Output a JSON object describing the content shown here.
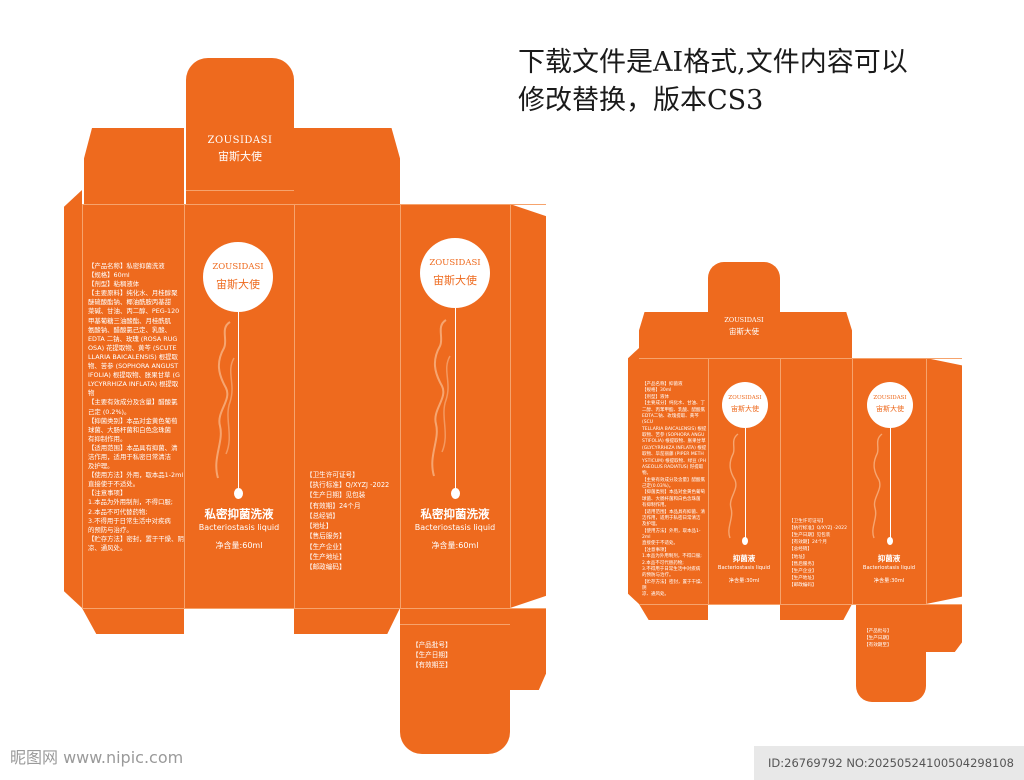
{
  "heading": {
    "line1": "下载文件是AI格式,文件内容可以",
    "line2": "修改替换，版本CS3"
  },
  "brand": {
    "name_en": "ZOUSIDASI",
    "name_cn": "宙斯大使"
  },
  "large": {
    "product_cn": "私密抑菌洗液",
    "product_en": "Bacteriostasis liquid",
    "volume": "净含量:60ml",
    "ingredients": [
      "【产品名称】私密抑菌洗液",
      "【规格】60ml",
      "【剂型】粘稠液体",
      "【主要原料】纯化水、月桂醇聚",
      "醚硫酸酯钠、椰油酰胺丙基甜",
      "菜碱、甘油、丙二醇、PEG-120",
      "甲基葡糖三油酸酯、月桂酰肌",
      "氨酸钠、醋酸氯己定、乳酸、",
      "EDTA 二钠、玫瑰 (ROSA RUG",
      "OSA) 花提取物、黄芩 (SCUTE",
      "LLARIA BAICALENSIS) 根提取",
      "物、苦参 (SOPHORA ANGUST",
      "IFOLIA) 根提取物、胀果甘草 (G",
      "LYCYRRHIZA INFLATA) 根提取",
      "物",
      "【主要有效成分及含量】醋酸氯",
      "己定 (0.2%)。",
      "【抑菌类别】本品对金黄色葡萄",
      "球菌、大肠杆菌和白色念珠菌",
      "有抑制作用。",
      "【适用范围】本品具有抑菌、清",
      "洁作用，适用于私密日常清洁",
      "及护理。",
      "【使用方法】外用，取本品1-2ml",
      "直接使于不适处。",
      "【注意事项】",
      "1.本品为外用制剂，不得口服;",
      "2.本品不可代替药物;",
      "3.不得用于日常生活中对疾病",
      "的预防与治疗。",
      "【贮存方法】密封，置于干燥、阴",
      "凉、通风处。"
    ],
    "info": [
      "【卫生许可证号】",
      "【执行标准】Q/XYZJ -2022",
      "【生产日期】见包装",
      "【有效期】24个月",
      "【总经销】",
      "【地址】",
      "【售后服务】",
      "【生产企业】",
      "【生产地址】",
      "【邮政编码】"
    ],
    "flap": [
      "【产品批号】",
      "【生产日期】",
      "【有效期至】"
    ]
  },
  "small": {
    "product_cn": "抑菌液",
    "product_en": "Bacteriostasis liquid",
    "volume": "净含量:30ml",
    "ingredients": [
      "【产品名称】抑菌液",
      "【规格】30ml",
      "【剂型】液体",
      "【主要成分】纯化水、甘油、丁",
      "二醇、丙苯甲酯、乳酸、醋酸氯",
      "EDTA二钠、玫瑰提取、黄芩 (SCU",
      "TELLARIA BAICALENSIS) 根提",
      "取物、苦参 (SOPHORA ANGU",
      "STIFOLIA) 根提取物、胀果甘草",
      "(GLYCYRRHIZA INFLATA) 根提",
      "取物、毕茄丽藤 (PIPER METH",
      "YSTICUM) 根提取物、绿豆 (PH",
      "ASEOLUS RADIATUS) 籽提取",
      "物。",
      "【主要有效成分及含量】醋酸氯",
      "己定(0.03%)。",
      "【抑菌类别】本品对金黄色葡萄",
      "球菌、大肠杆菌和白色念珠菌",
      "有抑制作用。",
      "【适用范围】本品具有抑菌、清",
      "洁作用，适用于私密日常清洁",
      "及护理。",
      "【使用方法】外用，取本品1-2ml",
      "直接使于不适处。",
      "【注意事项】",
      "1.本品为外用制剂，不得口服;",
      "2.本品不可代替药物;",
      "3.不得用于日常生活中对疾病",
      "的预防与治疗。",
      "【贮存方法】密封，置于干燥、阴",
      "凉、通风处。"
    ],
    "info": [
      "【卫生许可证号】",
      "【执行标准】Q/XYZJ -2022",
      "【生产日期】见包装",
      "【有效期】24个月",
      "【总经销】",
      "【地址】",
      "【售后服务】",
      "【生产企业】",
      "【生产地址】",
      "【邮政编码】"
    ],
    "flap": [
      "【产品批号】",
      "【生产日期】",
      "【有效期至】"
    ]
  },
  "watermark": {
    "site": "昵图网 www.nipic.com",
    "id": "ID:26769792 NO:20250524100504298108"
  },
  "colors": {
    "box_orange": "#ee6a1e",
    "fold_line": "#f6a36c"
  }
}
